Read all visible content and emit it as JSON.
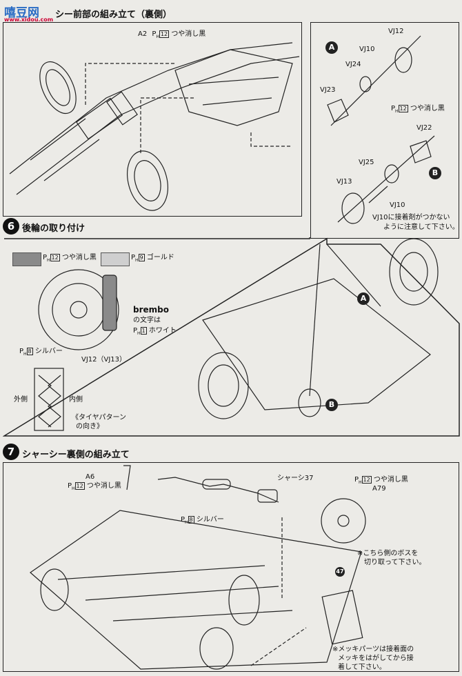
{
  "watermark": {
    "logo": "嘻豆网",
    "site": "www.xidou.com"
  },
  "section_top": {
    "title": "シー前部の組み立て（裏側）",
    "callout_a2": {
      "part": "A2",
      "paint_code": "12",
      "paint_name": "つや消し黒"
    }
  },
  "inset": {
    "ref_a": "A",
    "ref_b": "B",
    "labels": {
      "vj12": "VJ12",
      "vj10_top": "VJ10",
      "vj24": "VJ24",
      "vj23": "VJ23",
      "vj22": "VJ22",
      "vj25": "VJ25",
      "vj13": "VJ13",
      "vj10_bottom": "VJ10"
    },
    "paint_callout": {
      "paint_code": "12",
      "paint_name": "つや消し黒"
    },
    "note_line1": "VJ10に接着剤がつかない",
    "note_line2": "ように注意して下さい。"
  },
  "step6": {
    "number": "6",
    "title": "後輪の取り付け",
    "legend": [
      {
        "paint_code": "12",
        "paint_name": "つや消し黒",
        "color": "#8a8a8a"
      },
      {
        "paint_code": "9",
        "paint_name": "ゴールド",
        "color": "#cfcfcf"
      }
    ],
    "brembo_word": "brembo",
    "brembo_note": "の文字は",
    "white_paint": {
      "paint_code": "1",
      "paint_name": "ホワイト"
    },
    "silver_paint": {
      "paint_code": "8",
      "paint_name": "シルバー"
    },
    "disc_label": "VJ12（VJ13）",
    "tire_outer": "外側",
    "tire_inner": "内側",
    "tire_pattern_line1": "《タイヤパターン",
    "tire_pattern_line2": "の向き》",
    "ref_a": "A",
    "ref_b": "B"
  },
  "step7": {
    "number": "7",
    "title": "シャーシー裏側の組み立て",
    "a6_part": "A6",
    "a6_paint": {
      "paint_code": "12",
      "paint_name": "つや消し黒"
    },
    "chassis_label": "シャーシ37",
    "silver_paint": {
      "paint_code": "8",
      "paint_name": "シルバー"
    },
    "a79_paint": {
      "paint_code": "12",
      "paint_name": "つや消し黒"
    },
    "a79_part": "A79",
    "boss_note_line1": "※こちら側のボスを",
    "boss_note_line2": "切り取って下さい。",
    "part47": "47",
    "plating_note_line1": "※メッキパーツは接着面の",
    "plating_note_line2": "メッキをはがしてから接",
    "plating_note_line3": "着して下さい。"
  }
}
